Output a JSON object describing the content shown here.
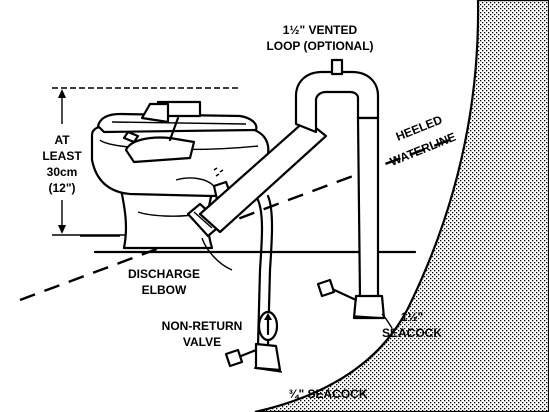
{
  "labels": {
    "loop_line1": "1½\" VENTED",
    "loop_line2": "LOOP (OPTIONAL)",
    "height_line1": "AT",
    "height_line2": "LEAST",
    "height_line3": "30cm",
    "height_line4": "(12\")",
    "heeled_line1": "HEELED",
    "heeled_line2": "WATERLINE",
    "discharge_line1": "DISCHARGE",
    "discharge_line2": "ELBOW",
    "nonreturn_line1": "NON-RETURN",
    "nonreturn_line2": "VALVE",
    "seacock_large_line1": "1½\"",
    "seacock_large_line2": "SEACOCK",
    "seacock_small": "¾\" SEACOCK"
  }
}
